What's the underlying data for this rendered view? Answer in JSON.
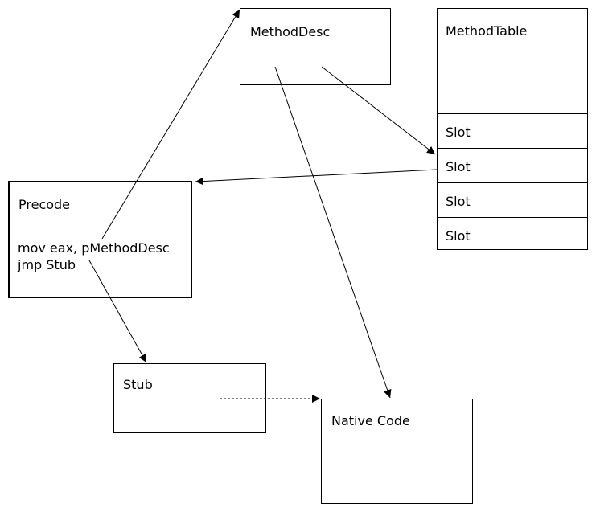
{
  "boxes": {
    "method_desc": {
      "label": "MethodDesc"
    },
    "method_table": {
      "label": "MethodTable",
      "slots": [
        "Slot",
        "Slot",
        "Slot",
        "Slot"
      ]
    },
    "precode": {
      "label": "Precode",
      "code": [
        "mov eax, pMethodDesc",
        "jmp Stub"
      ]
    },
    "stub": {
      "label": "Stub"
    },
    "native_code": {
      "label": "Native Code"
    }
  }
}
